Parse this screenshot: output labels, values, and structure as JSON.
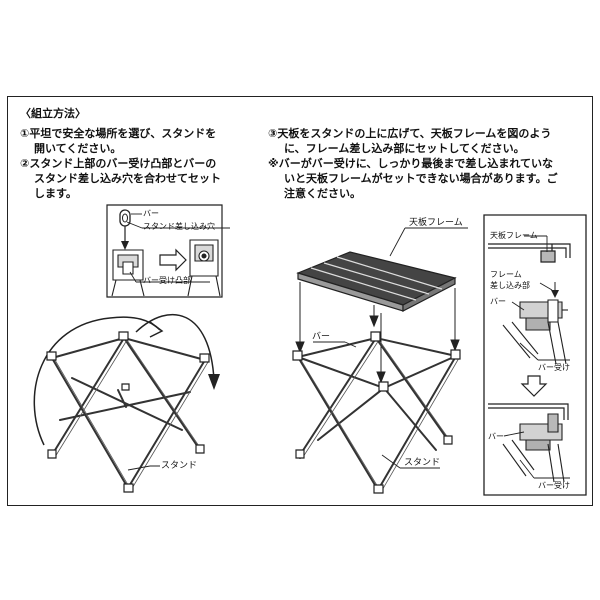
{
  "header": {
    "title": "〈組立方法〉"
  },
  "steps": {
    "step1_line1": "①平坦で安全な場所を選び、スタンドを",
    "step1_line2": "開いてください。",
    "step2_line1": "②スタンド上部のバー受け凸部とバーの",
    "step2_line2": "スタンド差し込み穴を合わせてセット",
    "step2_line3": "します。",
    "step3_line1": "③天板をスタンドの上に広げて、天板フレームを図のよう",
    "step3_line2": "に、フレーム差し込み部にセットしてください。",
    "note_line1": "※バーがバー受けに、しっかり最後まで差し込まれていな",
    "note_line2": "いと天板フレームがセットできない場合があります。ご",
    "note_line3": "注意ください。"
  },
  "labels": {
    "bar": "バー",
    "stand_insert_hole": "スタンド差し込み穴",
    "bar_receiver_boss": "バー受け凸部",
    "stand_left": "スタンド",
    "tabletop_frame": "天板フレーム",
    "bar_main": "バー",
    "stand_right": "スタンド",
    "detail_tabletop_frame": "天板フレーム",
    "frame_insert_line1": "フレーム",
    "frame_insert_line2": "差し込み部",
    "detail_bar_top": "バー",
    "bar_receiver_top": "バー受け",
    "detail_bar_bottom": "バー",
    "bar_receiver_bottom": "バー受け"
  }
}
